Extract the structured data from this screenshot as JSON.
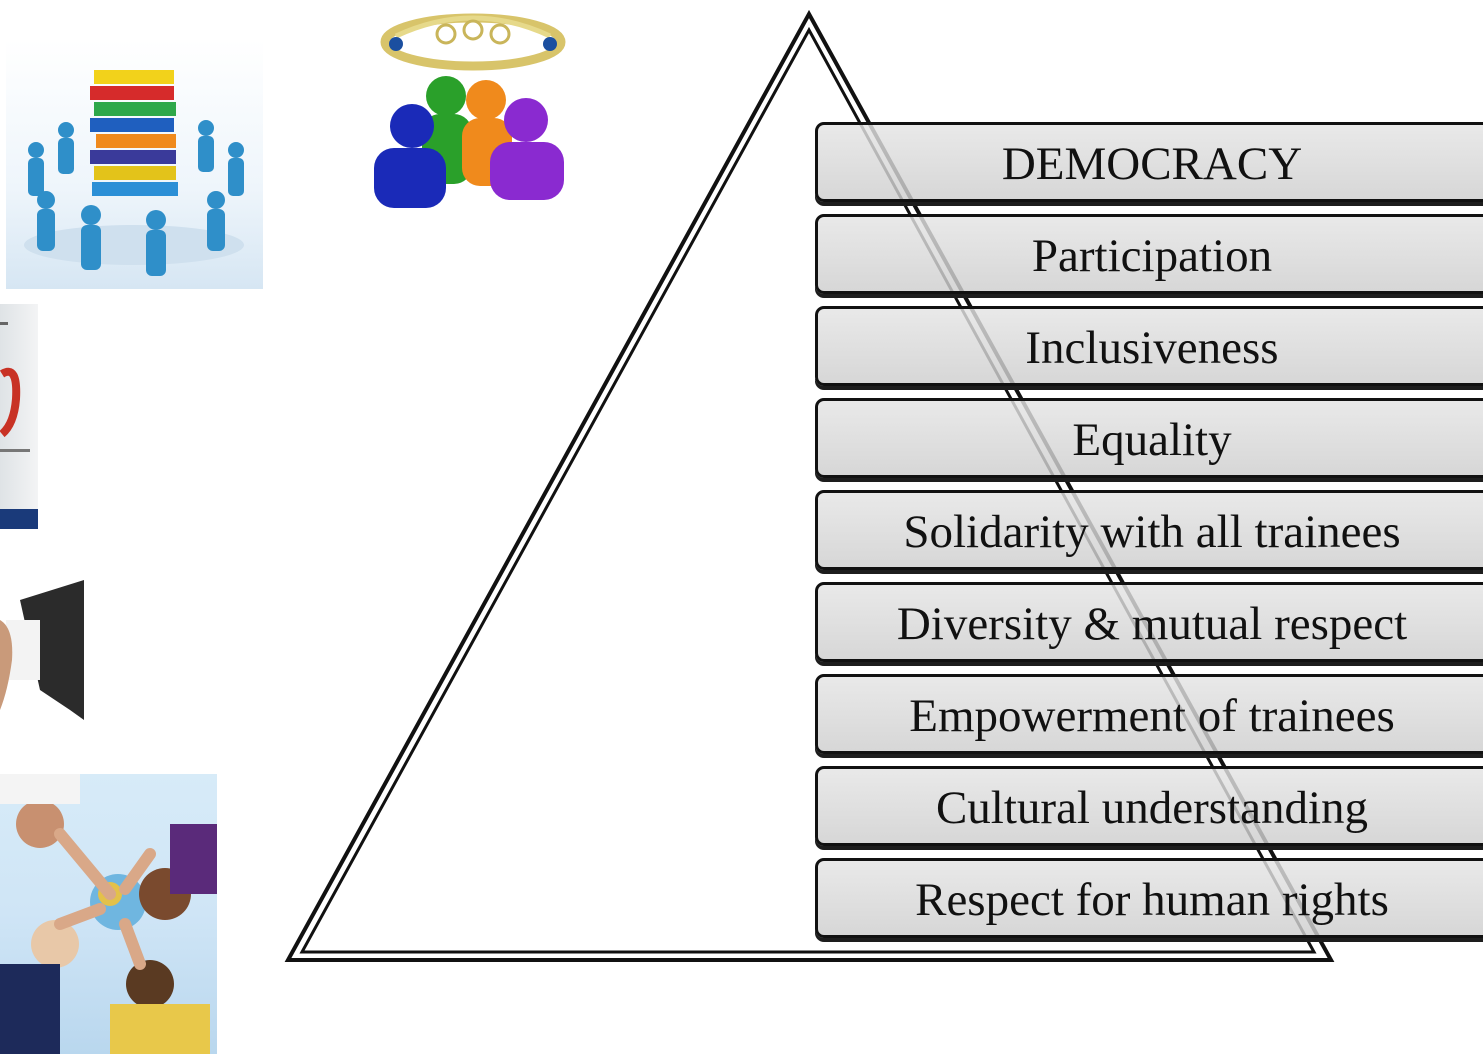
{
  "pyramid": {
    "levels": [
      "DEMOCRACY",
      "Participation",
      "Inclusiveness",
      "Equality",
      "Solidarity with all trainees",
      "Diversity & mutual respect",
      "Empowerment of trainees",
      "Cultural understanding",
      "Respect for human rights"
    ]
  },
  "images": [
    {
      "name": "people-circle-around-books-image"
    },
    {
      "name": "crowned-group-icon"
    },
    {
      "name": "cropped-sign-image"
    },
    {
      "name": "handshake-image"
    },
    {
      "name": "people-holding-globe-image"
    }
  ],
  "colors": {
    "bar_fill": "#d2d2d2",
    "bar_border": "#111111",
    "outline": "#111111",
    "background": "#ffffff"
  }
}
